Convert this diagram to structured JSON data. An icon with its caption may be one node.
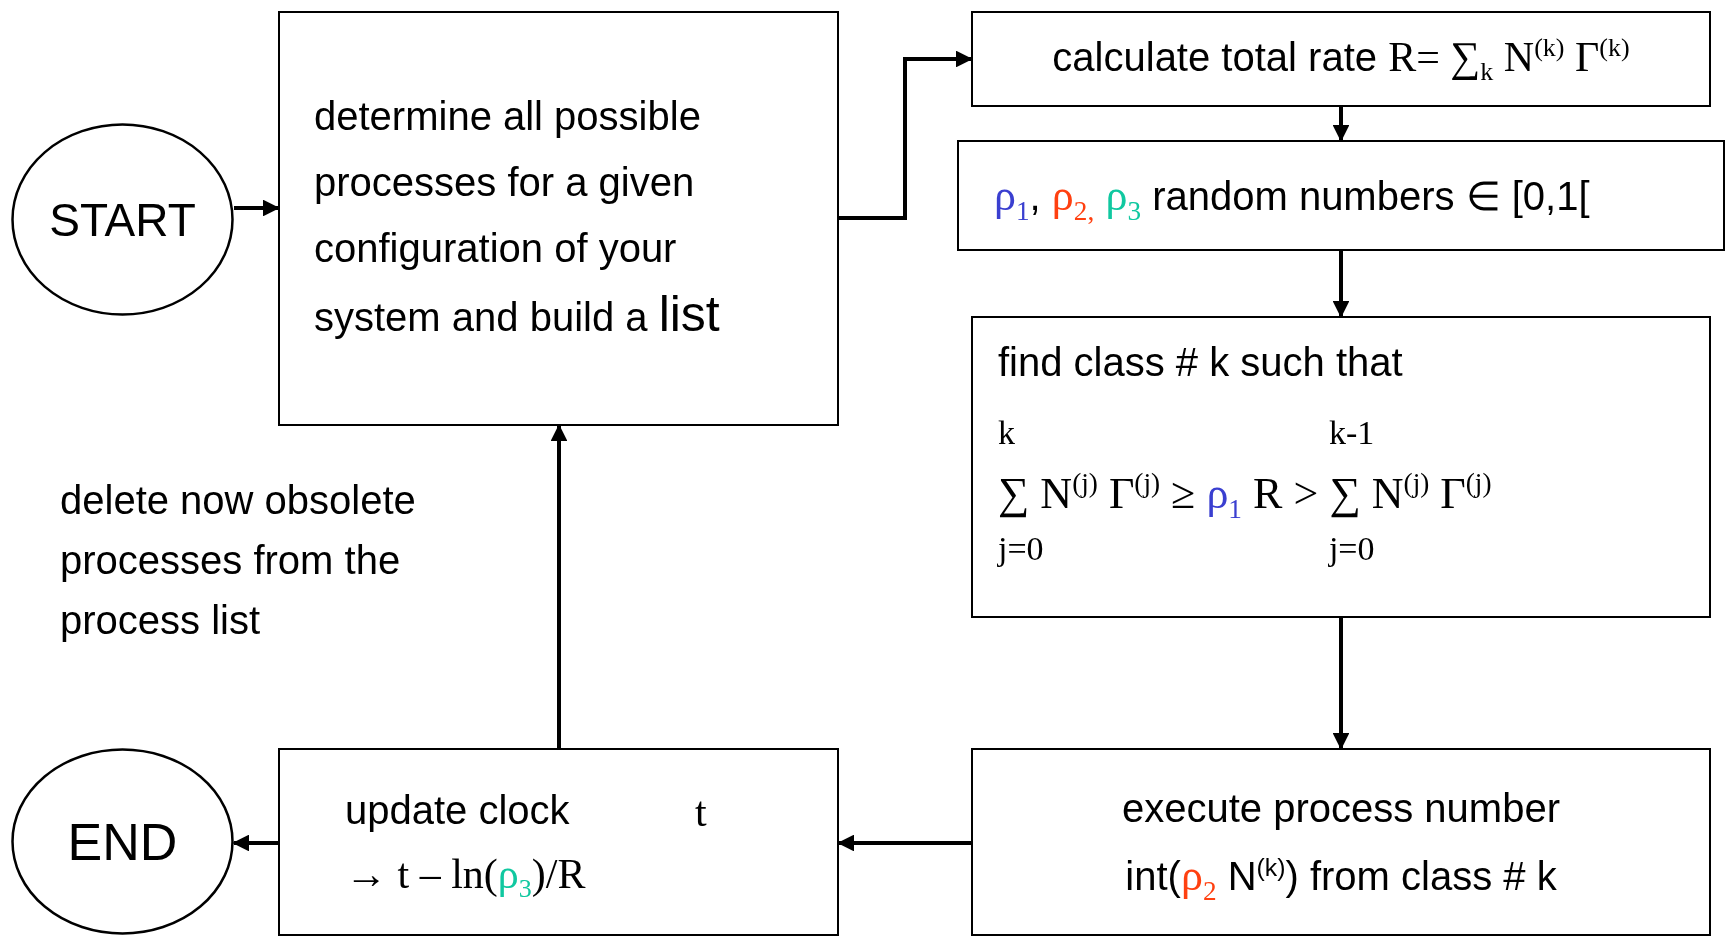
{
  "diagram": {
    "nodes": [
      {
        "text": [
          "START"
        ]
      },
      {
        "text": [
          "determine all possible processes for a given configuration of your system and build a",
          "list"
        ]
      },
      {
        "text": [
          "calculate total rate",
          "R= ∑$_{k}$ N$^{(k)}$ Γ$^{(k)}$"
        ]
      },
      {
        "text": [
          "ρ$_{1}$",
          ",",
          "ρ$_{2,}$",
          "ρ$_{3}$",
          "random numbers ∈ [0,1["
        ]
      },
      {
        "text": [
          "find class # k such that",
          "k",
          "∑ N$^{(j)}$ Γ$^{(j)}$ ≥",
          "ρ$_{1}$",
          "R  >",
          "k-1",
          "∑ N$^{(j)}$ Γ$^{(j)}$",
          "j=0",
          "j=0"
        ]
      },
      {
        "text": [
          "execute process number",
          "int(",
          "ρ$_{2}$",
          "N$^{(k)}$)  from class  # k"
        ]
      },
      {
        "text": [
          "update clock",
          "t",
          "→ t – ln(",
          "ρ$_{3}$",
          ")/R"
        ]
      },
      {
        "text": [
          "END"
        ]
      }
    ],
    "edges": [
      {
        "from": 0,
        "to": 1,
        "arrow": "to"
      },
      {
        "from": 1,
        "to": 2,
        "arrow": "to"
      },
      {
        "from": 2,
        "to": 3,
        "arrow": "to"
      },
      {
        "from": 3,
        "to": 4,
        "arrow": "to"
      },
      {
        "from": 4,
        "to": 5,
        "arrow": "to"
      },
      {
        "from": 5,
        "to": 6,
        "arrow": "to"
      },
      {
        "from": 6,
        "to": 1,
        "arrow": "to"
      },
      {
        "from": 6,
        "to": 7,
        "arrow": "to"
      }
    ],
    "labels": [
      "delete now obsolete processes from the process list"
    ]
  }
}
